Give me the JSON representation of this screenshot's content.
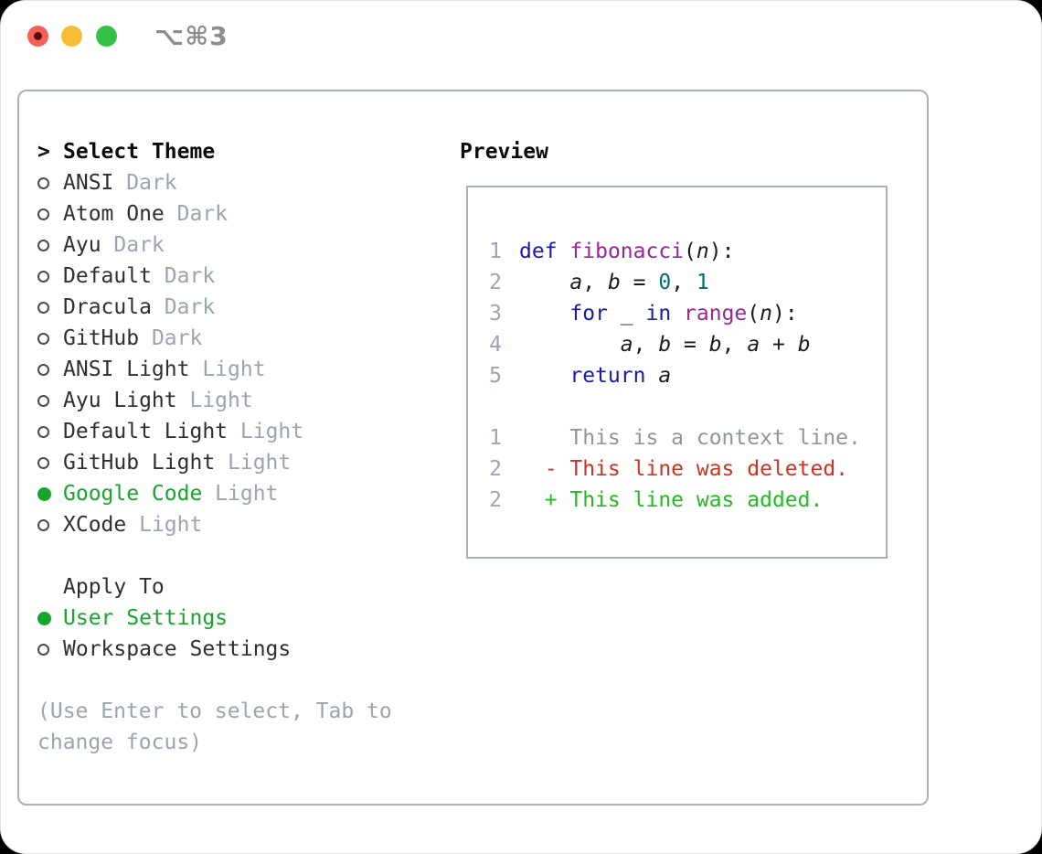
{
  "window": {
    "title": "⌥⌘3",
    "traffic_lights": {
      "close": "close-button",
      "minimize": "minimize-button",
      "zoom": "zoom-button"
    }
  },
  "theme_picker": {
    "header": {
      "prompt": ">",
      "label": "Select Theme"
    },
    "themes": [
      {
        "name": "ANSI",
        "variant": "Dark",
        "selected": false
      },
      {
        "name": "Atom One",
        "variant": "Dark",
        "selected": false
      },
      {
        "name": "Ayu",
        "variant": "Dark",
        "selected": false
      },
      {
        "name": "Default",
        "variant": "Dark",
        "selected": false
      },
      {
        "name": "Dracula",
        "variant": "Dark",
        "selected": false
      },
      {
        "name": "GitHub",
        "variant": "Dark",
        "selected": false
      },
      {
        "name": "ANSI Light",
        "variant": "Light",
        "selected": false
      },
      {
        "name": "Ayu Light",
        "variant": "Light",
        "selected": false
      },
      {
        "name": "Default Light",
        "variant": "Light",
        "selected": false
      },
      {
        "name": "GitHub Light",
        "variant": "Light",
        "selected": false
      },
      {
        "name": "Google Code",
        "variant": "Light",
        "selected": true
      },
      {
        "name": "XCode",
        "variant": "Light",
        "selected": false
      }
    ],
    "apply_to": {
      "label": "Apply To",
      "options": [
        {
          "label": "User Settings",
          "selected": true
        },
        {
          "label": "Workspace Settings",
          "selected": false
        }
      ]
    },
    "hint_lines": [
      "(Use Enter to select, Tab to",
      "change focus)"
    ]
  },
  "preview": {
    "title": "Preview",
    "code_lines": [
      {
        "num": "1",
        "tokens": [
          [
            "kw",
            "def"
          ],
          [
            "pl",
            " "
          ],
          [
            "fn",
            "fibonacci"
          ],
          [
            "pl",
            "("
          ],
          [
            "va",
            "n"
          ],
          [
            "pl",
            "):"
          ]
        ]
      },
      {
        "num": "2",
        "tokens": [
          [
            "pl",
            "    "
          ],
          [
            "va",
            "a"
          ],
          [
            "pl",
            ", "
          ],
          [
            "va",
            "b"
          ],
          [
            "pl",
            " = "
          ],
          [
            "nu",
            "0"
          ],
          [
            "pl",
            ", "
          ],
          [
            "nu",
            "1"
          ]
        ]
      },
      {
        "num": "3",
        "tokens": [
          [
            "pl",
            "    "
          ],
          [
            "kw",
            "for"
          ],
          [
            "pl",
            " _ "
          ],
          [
            "kw",
            "in"
          ],
          [
            "pl",
            " "
          ],
          [
            "fn",
            "range"
          ],
          [
            "pl",
            "("
          ],
          [
            "va",
            "n"
          ],
          [
            "pl",
            "):"
          ]
        ]
      },
      {
        "num": "4",
        "tokens": [
          [
            "pl",
            "        "
          ],
          [
            "va",
            "a"
          ],
          [
            "pl",
            ", "
          ],
          [
            "va",
            "b"
          ],
          [
            "pl",
            " = "
          ],
          [
            "va",
            "b"
          ],
          [
            "pl",
            ", "
          ],
          [
            "va",
            "a"
          ],
          [
            "pl",
            " + "
          ],
          [
            "va",
            "b"
          ]
        ]
      },
      {
        "num": "5",
        "tokens": [
          [
            "pl",
            "    "
          ],
          [
            "kw",
            "return"
          ],
          [
            "pl",
            " "
          ],
          [
            "va",
            "a"
          ]
        ]
      },
      {
        "num": "",
        "tokens": []
      },
      {
        "num": "1",
        "tokens": [
          [
            "ctx",
            "    This is a context line."
          ]
        ]
      },
      {
        "num": "2",
        "tokens": [
          [
            "del",
            "  - This line was deleted."
          ]
        ]
      },
      {
        "num": "2",
        "tokens": [
          [
            "add",
            "  + This line was added."
          ]
        ]
      }
    ]
  },
  "colors": {
    "selected_green": "#16a62c",
    "syntax_keyword": "#1a1aa8",
    "syntax_function": "#992699",
    "syntax_number": "#006e6e",
    "diff_deleted": "#cc3322",
    "diff_added": "#22bb22",
    "faded_text": "#9aa4b2",
    "panel_border": "#a9b1bb",
    "traffic_red": "#f2605a",
    "traffic_yellow": "#f7bd35",
    "traffic_green": "#35c148"
  }
}
